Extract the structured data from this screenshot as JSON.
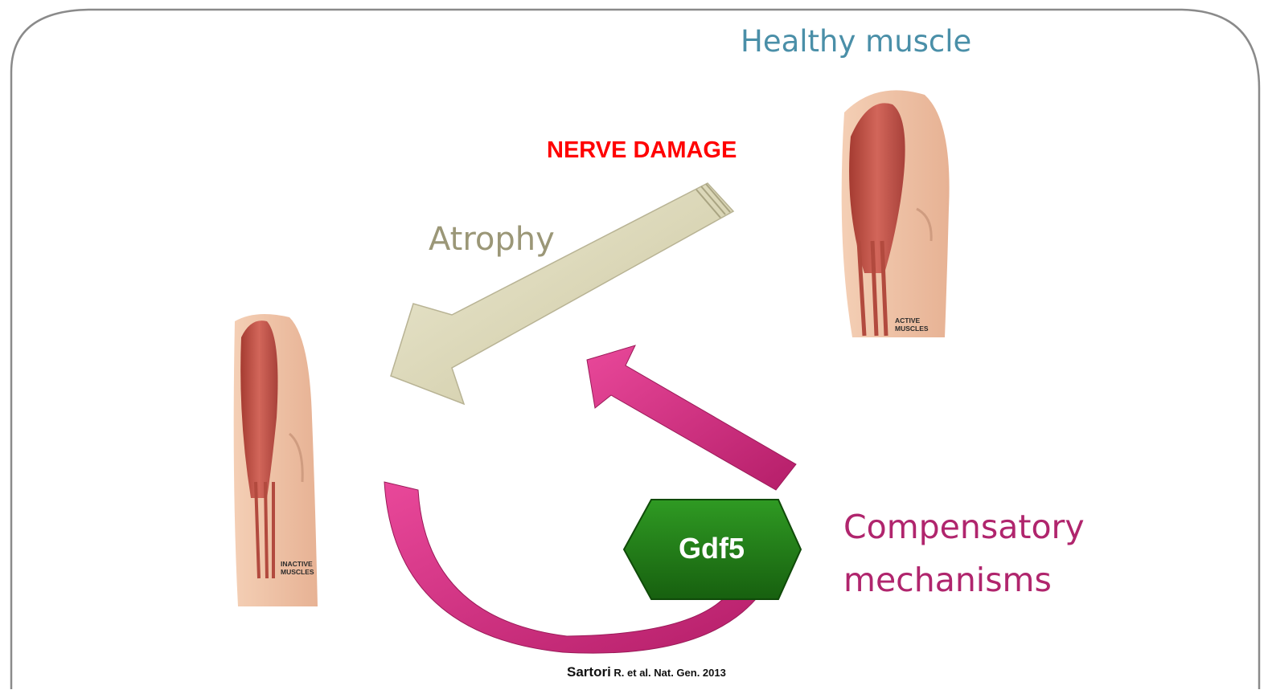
{
  "labels": {
    "healthy_muscle": "Healthy muscle",
    "nerve_damage": "NERVE DAMAGE",
    "atrophy": "Atrophy",
    "compensatory_line1": "Compensatory",
    "compensatory_line2": "mechanisms",
    "gdf5": "Gdf5",
    "active_muscles_tag": "ACTIVE\nMUSCLES",
    "inactive_muscles_tag": "INACTIVE\nMUSCLES"
  },
  "citation": {
    "author": "Sartori",
    "rest": " R. et al. Nat. Gen. 2013"
  },
  "colors": {
    "healthy_text": "#4a8fa8",
    "nerve_damage_text": "#ff0000",
    "atrophy_arrow": "#d8d4b4",
    "compensatory_arrow": "#d6337f",
    "gdf5_hexagon": "#1f7a14",
    "muscle": "#c8584a",
    "skin": "#eec3a6"
  }
}
